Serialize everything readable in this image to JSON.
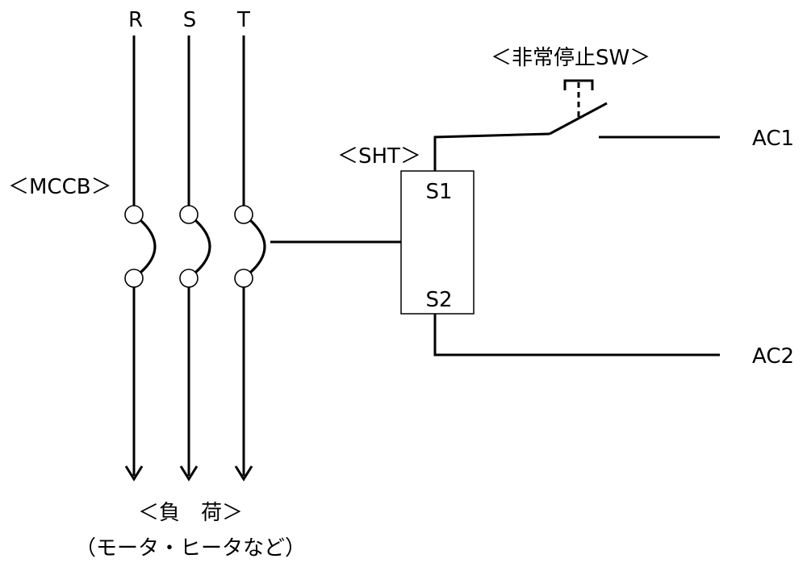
{
  "phases": [
    "R",
    "S",
    "T"
  ],
  "labels": {
    "mccb": "＜MCCB＞",
    "sht": "＜SHT＞",
    "emergency_switch": "＜非常停止SW＞",
    "sht_terminal_1": "S1",
    "sht_terminal_2": "S2",
    "ac1": "AC1",
    "ac2": "AC2",
    "load": "＜負　荷＞",
    "load_examples": "（モータ・ヒータなど）"
  }
}
